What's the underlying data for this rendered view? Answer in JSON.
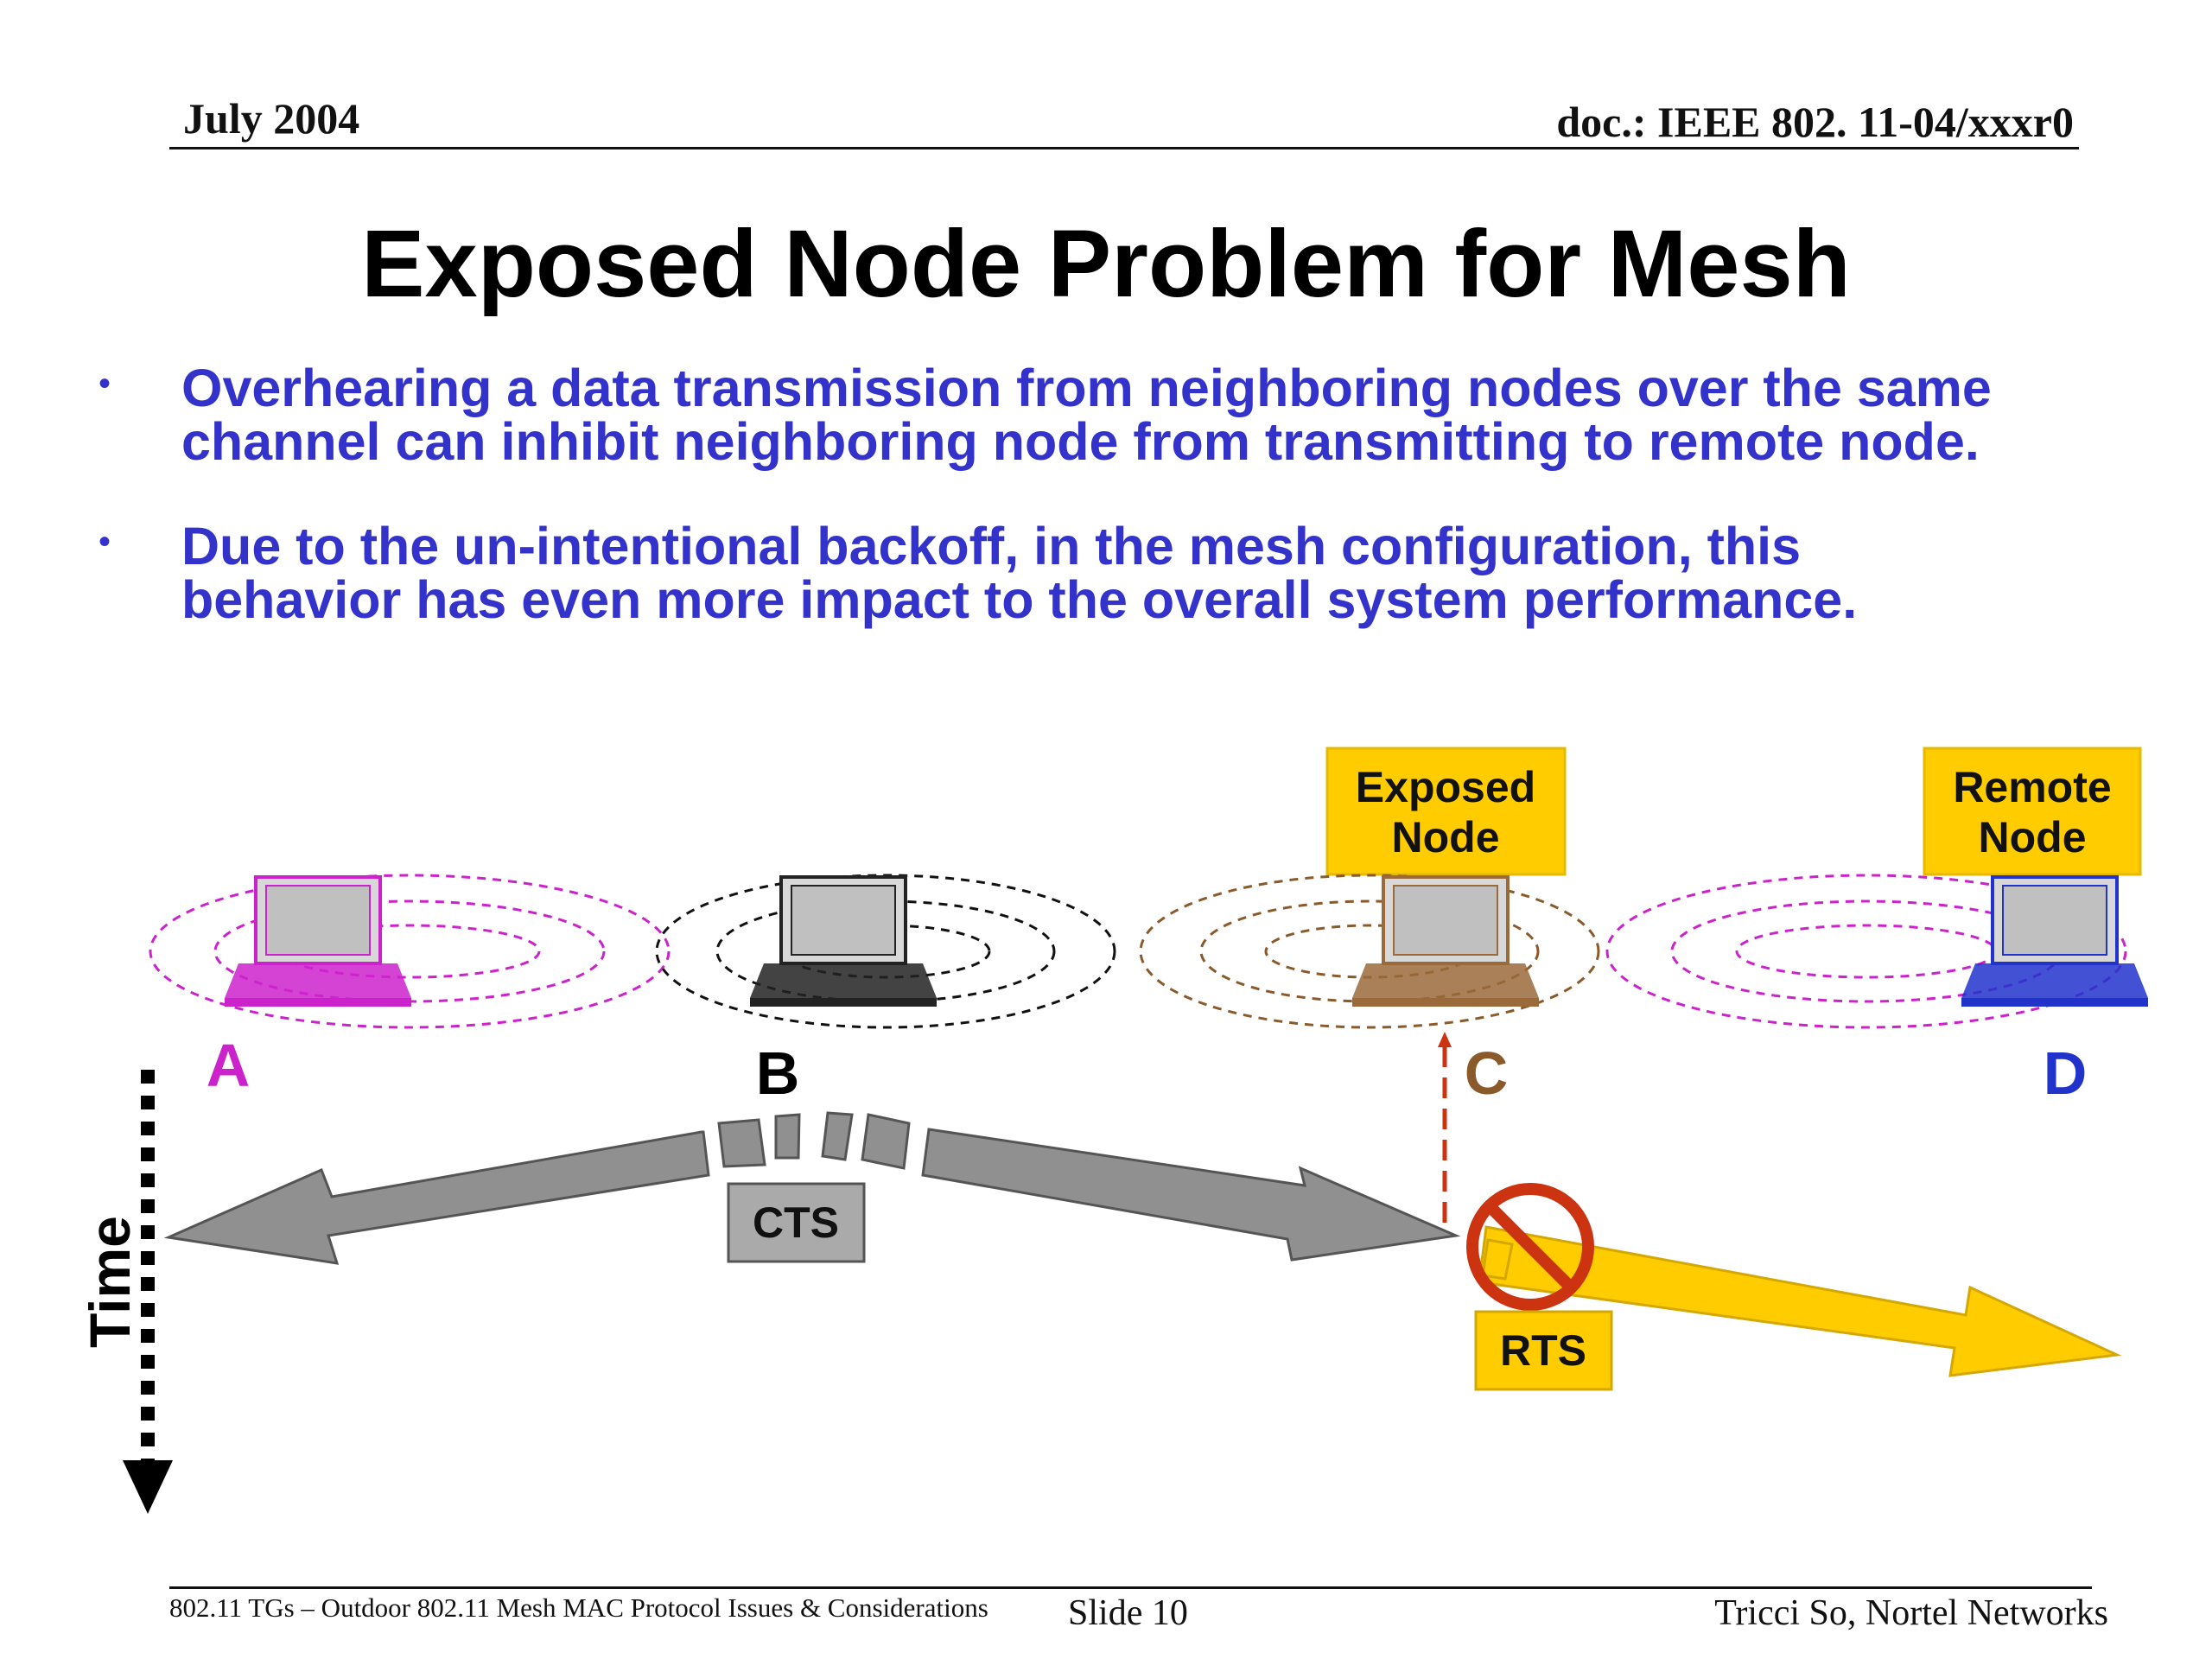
{
  "header": {
    "date": "July 2004",
    "doc_id": "doc.: IEEE 802. 11-04/xxxr0"
  },
  "title": "Exposed Node Problem for Mesh",
  "bullets": [
    {
      "marker": "•",
      "line1": "Overhearing a data transmission from neighboring nodes over the same",
      "line2": "channel can inhibit neighboring node from transmitting to remote node."
    },
    {
      "marker": "•",
      "line1": "Due to the un-intentional backoff, in the mesh configuration, this",
      "line2": "behavior has even more impact to the overall system performance."
    }
  ],
  "diagram": {
    "exposed_label": {
      "line1": "Exposed",
      "line2": "Node"
    },
    "remote_label": {
      "line1": "Remote",
      "line2": "Node"
    },
    "nodes": [
      {
        "id": "A",
        "label": "A",
        "color": "#cc22cc",
        "icon": "laptop-icon"
      },
      {
        "id": "B",
        "label": "B",
        "color": "#000000",
        "icon": "laptop-icon"
      },
      {
        "id": "C",
        "label": "C",
        "color": "#8b5a2b",
        "icon": "laptop-icon"
      },
      {
        "id": "D",
        "label": "D",
        "color": "#2233cc",
        "icon": "laptop-icon"
      }
    ],
    "cts_label": "CTS",
    "rts_label": "RTS",
    "time_label": "Time",
    "colors": {
      "label_box": "#ffcc00",
      "cts_arrow": "#909090",
      "rts_arrow": "#ffcc00",
      "prohibit": "#cc3311",
      "exposed_dash": "#cc3311"
    },
    "icons": [
      "prohibited-icon",
      "time-arrow-icon"
    ]
  },
  "footer": {
    "left": "802.11 TGs – Outdoor 802.11 Mesh MAC Protocol Issues & Considerations",
    "center": "Slide 10",
    "right": "Tricci So, Nortel Networks"
  }
}
